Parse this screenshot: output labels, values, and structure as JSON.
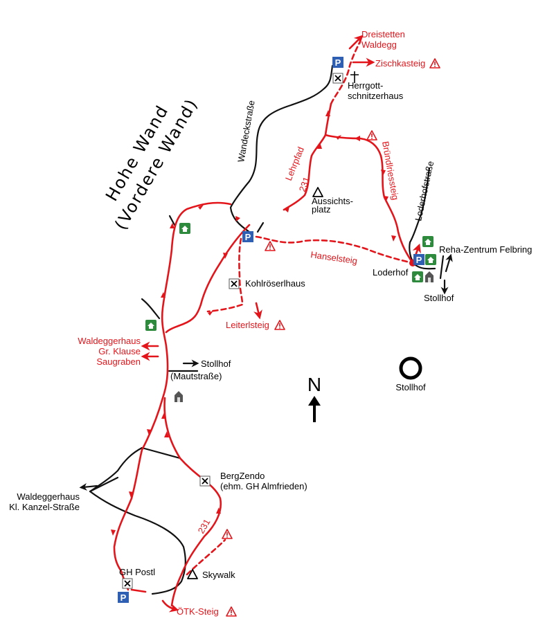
{
  "title": {
    "line1": "Hohe Wand",
    "line2": "(Vordere Wand)"
  },
  "compass": {
    "label": "N"
  },
  "legend_circle": {
    "label": "Stollhof"
  },
  "parking_label": "P",
  "trail_number": "231",
  "places": {
    "dreistetten": [
      "Dreistetten",
      "Waldegg"
    ],
    "zischkasteig": "Zischkasteig",
    "herrgott": [
      "Herrgott-",
      "schnitzerhaus"
    ],
    "wandeckstrasse": "Wandeckstraße",
    "lehrpfad": "Lehrpfad",
    "bruendlsteig": "Bründlriessteig",
    "loderhofstrasse": "Loderhofstraße",
    "aussichtsplatz": [
      "Aussichts-",
      "platz"
    ],
    "hanselsteig": "Hanselsteig",
    "reha": "Reha-Zentrum Felbring",
    "loderhof": "Loderhof",
    "stollhof_east": "Stollhof",
    "kohlroeserlhaus": "Kohlröserlhaus",
    "leiterlsteig": "Leiterlsteig",
    "waldeggerhaus_gr": [
      "Waldeggerhaus",
      "Gr. Klause",
      "Saugraben"
    ],
    "stollhof_road": "Stollhof",
    "mautstrasse": "(Mautstraße)",
    "bergzendo": [
      "BergZendo",
      "(ehm. GH Almfrieden)"
    ],
    "waldeggerhaus_kl": [
      "Waldeggerhaus",
      "Kl. Kanzel-Straße"
    ],
    "gh_postl": "GH Postl",
    "skywalk": "Skywalk",
    "oetk": "ÖTK-Steig"
  },
  "icons": {
    "warning": "warning-triangle-icon",
    "parking": "parking-icon",
    "restaurant": "restaurant-icon",
    "shelter": "shelter-icon",
    "chapel": "chapel-icon",
    "cross": "cross-icon",
    "viewpoint": "viewpoint-icon"
  },
  "colors": {
    "trail": "#e3151b",
    "road": "#111111",
    "parking": "#2f5fb3",
    "shelter": "#2e8b3d"
  }
}
